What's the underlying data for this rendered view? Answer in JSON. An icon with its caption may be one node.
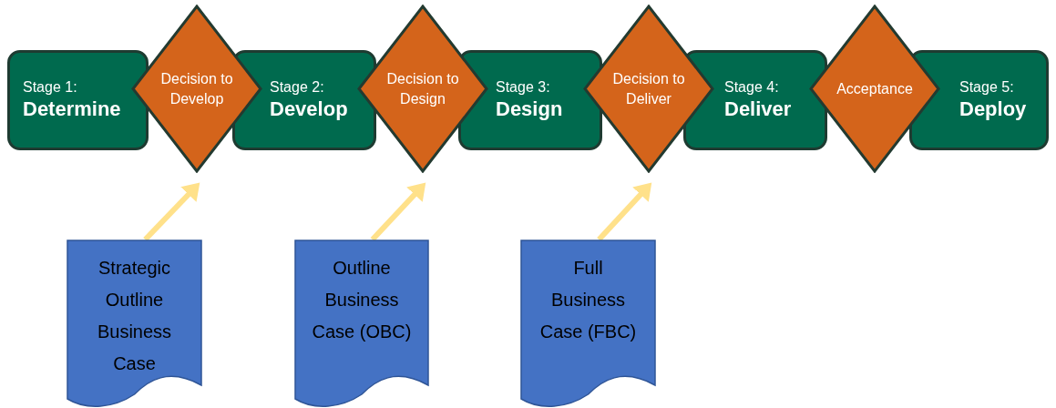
{
  "diagram": {
    "nodes": [
      {
        "text": [
          "Stage 1:",
          "Determine"
        ]
      },
      {
        "text": [
          "Decision to Develop"
        ]
      },
      {
        "text": [
          "Stage 2:",
          "Develop"
        ]
      },
      {
        "text": [
          "Decision to Design"
        ]
      },
      {
        "text": [
          "Stage 3:",
          "Design"
        ]
      },
      {
        "text": [
          "Decision to Deliver"
        ]
      },
      {
        "text": [
          "Stage 4:",
          "Deliver"
        ]
      },
      {
        "text": [
          "Acceptance"
        ]
      },
      {
        "text": [
          "Stage 5:",
          "Deploy"
        ]
      },
      {
        "text": [
          "Strategic Outline Business Case"
        ]
      },
      {
        "text": [
          "Outline Business Case (OBC)"
        ]
      },
      {
        "text": [
          "Full Business Case (FBC)"
        ]
      }
    ],
    "edges": [
      {
        "from": 9,
        "to": 1,
        "arrow": "to"
      },
      {
        "from": 10,
        "to": 3,
        "arrow": "to"
      },
      {
        "from": 11,
        "to": 5,
        "arrow": "to"
      }
    ]
  }
}
